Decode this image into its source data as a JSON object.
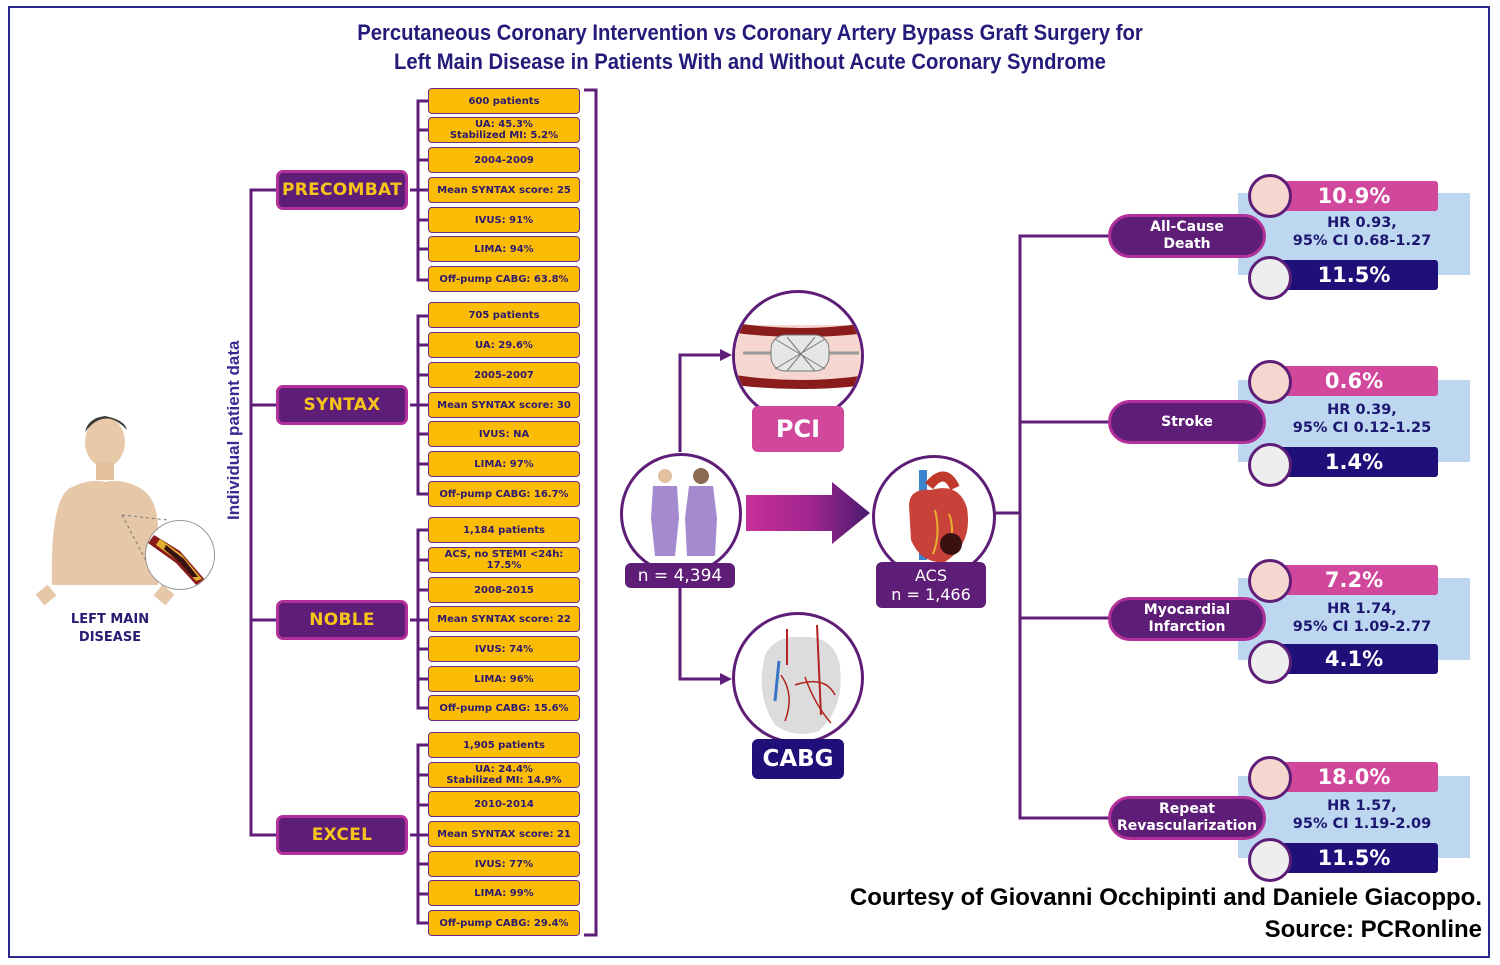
{
  "title": {
    "line1": "Percutaneous Coronary Intervention vs Coronary Artery Bypass Graft Surgery for",
    "line2": "Left Main Disease in Patients With and Without Acute Coronary Syndrome"
  },
  "left": {
    "condition_line1": "LEFT MAIN",
    "condition_line2": "DISEASE",
    "vertical_label": "Individual patient data"
  },
  "trials": [
    {
      "name": "PRECOMBAT",
      "items": [
        "600 patients",
        "UA: 45.3%",
        "Stabilized MI: 5.2%",
        "2004-2009",
        "Mean SYNTAX score: 25",
        "IVUS: 91%",
        "LIMA: 94%",
        "Off-pump CABG: 63.8%"
      ]
    },
    {
      "name": "SYNTAX",
      "items": [
        "705 patients",
        "UA: 29.6%",
        "",
        "2005-2007",
        "Mean SYNTAX score: 30",
        "IVUS: NA",
        "LIMA: 97%",
        "Off-pump CABG: 16.7%"
      ]
    },
    {
      "name": "NOBLE",
      "items": [
        "1,184 patients",
        "ACS, no STEMI <24h: 17.5%",
        "",
        "2008-2015",
        "Mean SYNTAX score: 22",
        "IVUS: 74%",
        "LIMA: 96%",
        "Off-pump CABG: 15.6%"
      ]
    },
    {
      "name": "EXCEL",
      "items": [
        "1,905 patients",
        "UA:  24.4%",
        "Stabilized MI: 14.9%",
        "2010-2014",
        "Mean SYNTAX score: 21",
        "IVUS: 77%",
        "LIMA: 99%",
        "Off-pump CABG: 29.4%"
      ]
    }
  ],
  "center": {
    "population": "n = 4,394",
    "pci_label": "PCI",
    "cabg_label": "CABG",
    "acs_label": "ACS",
    "acs_n": "n = 1,466"
  },
  "outcomes": [
    {
      "name_line1": "All-Cause",
      "name_line2": "Death",
      "pci": "10.9%",
      "hr": "HR 0.93,",
      "ci": "95% CI 0.68-1.27",
      "cabg": "11.5%"
    },
    {
      "name_line1": "Stroke",
      "name_line2": "",
      "pci": "0.6%",
      "hr": "HR 0.39,",
      "ci": "95% CI 0.12-1.25",
      "cabg": "1.4%"
    },
    {
      "name_line1": "Myocardial",
      "name_line2": "Infarction",
      "pci": "7.2%",
      "hr": "HR 1.74,",
      "ci": "95% CI 1.09-2.77",
      "cabg": "4.1%"
    },
    {
      "name_line1": "Repeat",
      "name_line2": "Revascularization",
      "pci": "18.0%",
      "hr": "HR 1.57,",
      "ci": "95% CI 1.19-2.09",
      "cabg": "11.5%"
    }
  ],
  "credit": {
    "line1": "Courtesy of Giovanni Occhipinti and Daniele Giacoppo.",
    "line2": "Source: PCRonline"
  },
  "colors": {
    "purple": "#5e1e78",
    "magenta": "#b2309a",
    "pci_pink": "#d0479b",
    "cabg_navy": "#1f0f78",
    "gold": "#fbbc05",
    "hr_blue": "#bcd7ef",
    "title_navy": "#241a7a"
  }
}
